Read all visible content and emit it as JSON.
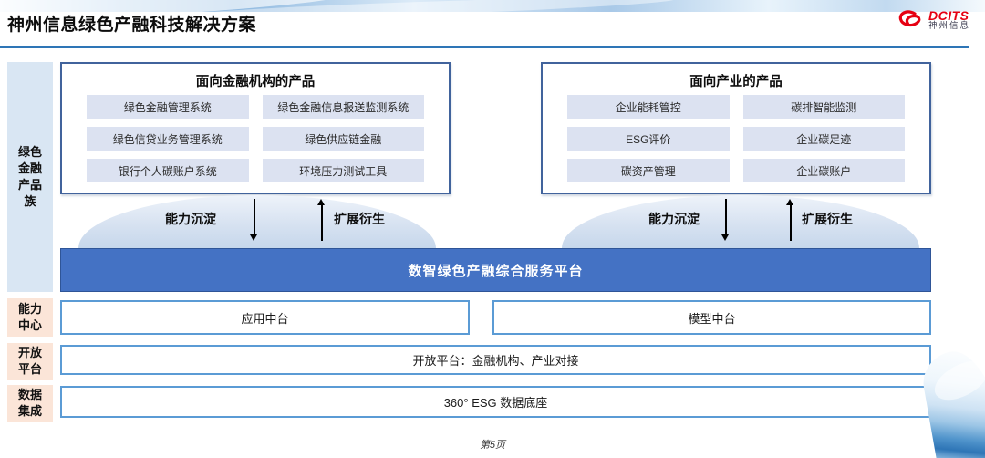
{
  "header": {
    "title": "神州信息绿色产融科技解决方案",
    "logo": {
      "brand": "DCITS",
      "brand_cn": "神州信息"
    }
  },
  "sidebar": {
    "product_family": "绿色金融产品族",
    "capability_center": "能力中心",
    "open_platform": "开放平台",
    "data_integration": "数据集成"
  },
  "financial_products": {
    "title": "面向金融机构的产品",
    "items": [
      "绿色金融管理系统",
      "绿色金融信息报送监测系统",
      "绿色信贷业务管理系统",
      "绿色供应链金融",
      "银行个人碳账户系统",
      "环境压力测试工具"
    ]
  },
  "industry_products": {
    "title": "面向产业的产品",
    "items": [
      "企业能耗管控",
      "碳排智能监测",
      "ESG评价",
      "企业碳足迹",
      "碳资产管理",
      "企业碳账户"
    ]
  },
  "flows": {
    "down_label": "能力沉淀",
    "up_label": "扩展衍生"
  },
  "platform_banner": "数智绿色产融综合服务平台",
  "capability_row": {
    "left": "应用中台",
    "right": "模型中台"
  },
  "open_platform_row": "开放平台：金融机构、产业对接",
  "data_row": "360° ESG 数据底座",
  "footer": {
    "page": "第5页"
  },
  "colors": {
    "banner_blue": "#4472c4",
    "accent_line": "#2e75b6",
    "item_bg": "#dce2f1",
    "sidebar_blue": "#d9e6f3",
    "sidebar_peach": "#fbe5d8",
    "dark_box_border": "#41639c",
    "light_box_border": "#5b9bd5",
    "logo_red": "#e60012"
  }
}
